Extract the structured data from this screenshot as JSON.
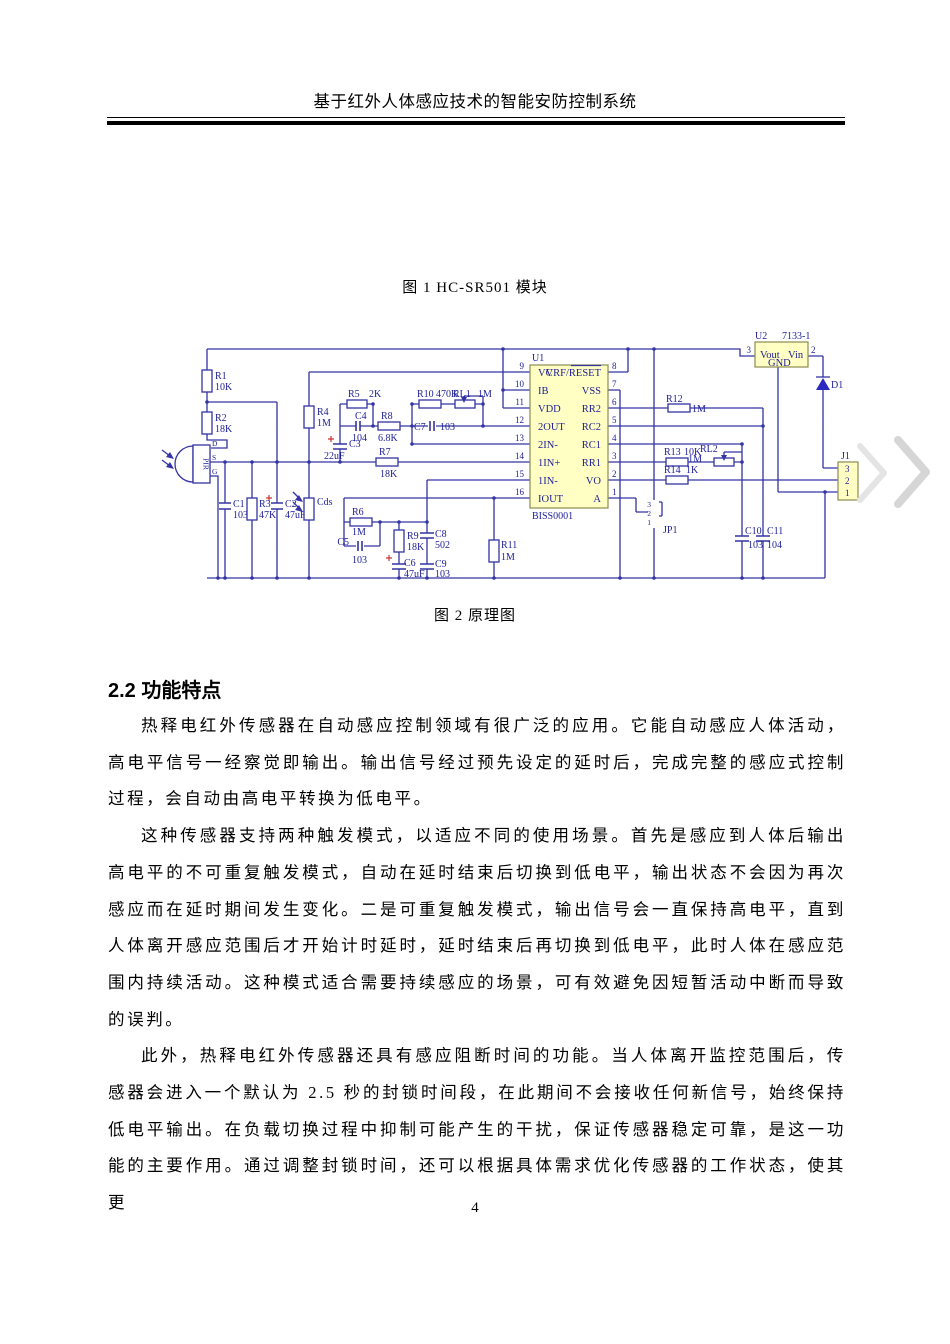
{
  "page": {
    "header_title": "基于红外人体感应技术的智能安防控制系统",
    "page_number": "4"
  },
  "figure1": {
    "caption": "图 1 HC-SR501 模块"
  },
  "figure2": {
    "caption": "图 2 原理图",
    "schematic": {
      "u1": {
        "ref": "U1",
        "part": "BISS0001",
        "pins_left": [
          {
            "n": "9",
            "l": "VC"
          },
          {
            "n": "10",
            "l": "IB"
          },
          {
            "n": "11",
            "l": "VDD"
          },
          {
            "n": "12",
            "l": "2OUT"
          },
          {
            "n": "13",
            "l": "2IN-"
          },
          {
            "n": "14",
            "l": "1IN+"
          },
          {
            "n": "15",
            "l": "1IN-"
          },
          {
            "n": "16",
            "l": "IOUT"
          }
        ],
        "pins_right": [
          {
            "n": "8",
            "l": "VRF/RESET"
          },
          {
            "n": "7",
            "l": "VSS"
          },
          {
            "n": "6",
            "l": "RR2"
          },
          {
            "n": "5",
            "l": "RC2"
          },
          {
            "n": "4",
            "l": "RC1"
          },
          {
            "n": "3",
            "l": "RR1"
          },
          {
            "n": "2",
            "l": "VO"
          },
          {
            "n": "1",
            "l": "A"
          }
        ]
      },
      "u2": {
        "ref": "U2",
        "part": "7133-1",
        "vout": "Vout",
        "vin": "Vin",
        "gnd": "GND",
        "pin_out": "3",
        "pin_in": "2"
      },
      "pir": {
        "ref": "PIR",
        "pin_d": "D",
        "pin_s": "S",
        "pin_g": "G"
      },
      "d1": "D1",
      "cds": "Cds",
      "j1": {
        "ref": "J1",
        "p3": "3",
        "p2": "2",
        "p1": "1"
      },
      "jp1": {
        "ref": "JP1",
        "p3": "3",
        "p2": "2",
        "p1": "1"
      },
      "r1": {
        "r": "R1",
        "v": "10K"
      },
      "r2": {
        "r": "R2",
        "v": "18K"
      },
      "r3": {
        "r": "R3",
        "v": "47K"
      },
      "r4": {
        "r": "R4",
        "v": "1M"
      },
      "r5": {
        "r": "R5",
        "v": "2K"
      },
      "r6": {
        "r": "R6",
        "v": "1M"
      },
      "r7": {
        "r": "R7",
        "v": "18K"
      },
      "r8": {
        "r": "R8",
        "v": "6.8K"
      },
      "r9": {
        "r": "R9",
        "v": "18K"
      },
      "r10": {
        "r": "R10",
        "v": "470K"
      },
      "r11": {
        "r": "R11",
        "v": "1M"
      },
      "r12": {
        "r": "R12",
        "v": "1M"
      },
      "r13": {
        "r": "R13",
        "v": "10K"
      },
      "r14": {
        "r": "R14",
        "v": "1K"
      },
      "rl1": {
        "r": "RL1",
        "v": "1M"
      },
      "rl2": {
        "r": "RL2",
        "v": "1M"
      },
      "c1": {
        "r": "C1",
        "v": "103"
      },
      "c2": {
        "r": "C2",
        "v": "47uF"
      },
      "c3": {
        "r": "C3",
        "v": "22uF"
      },
      "c4": {
        "r": "C4",
        "v": "104"
      },
      "c5": {
        "r": "C5",
        "v": "103"
      },
      "c6": {
        "r": "C6",
        "v": "47uF"
      },
      "c7": {
        "r": "C7",
        "v": "103"
      },
      "c8": {
        "r": "C8",
        "v": "502"
      },
      "c9": {
        "r": "C9",
        "v": "103"
      },
      "c10": {
        "r": "C10",
        "v": "103"
      },
      "c11": {
        "r": "C11",
        "v": "104"
      }
    }
  },
  "section": {
    "heading": "2.2 功能特点",
    "paragraphs": [
      "热释电红外传感器在自动感应控制领域有很广泛的应用。它能自动感应人体活动，高电平信号一经察觉即输出。输出信号经过预先设定的延时后，完成完整的感应式控制过程，会自动由高电平转换为低电平。",
      "这种传感器支持两种触发模式，以适应不同的使用场景。首先是感应到人体后输出高电平的不可重复触发模式，自动在延时结束后切换到低电平，输出状态不会因为再次感应而在延时期间发生变化。二是可重复触发模式，输出信号会一直保持高电平，直到人体离开感应范围后才开始计时延时，延时结束后再切换到低电平，此时人体在感应范围内持续活动。这种模式适合需要持续感应的场景，可有效避免因短暂活动中断而导致的误判。",
      "此外，热释电红外传感器还具有感应阻断时间的功能。当人体离开监控范围后，传感器会进入一个默认为 2.5 秒的封锁时间段，在此期间不会接收任何新信号，始终保持低电平输出。在负载切换过程中抑制可能产生的干扰，保证传感器稳定可靠，是这一功能的主要作用。通过调整封锁时间，还可以根据具体需求优化传感器的工作状态，使其更"
    ]
  },
  "colors": {
    "wire": "#3434a4",
    "ic_fill": "#ffffc4",
    "ic_border": "#8b8b52",
    "schematic_text": "#1d1d99",
    "polar_mark": "#cc3333",
    "chevron": "#d6d6d6"
  }
}
